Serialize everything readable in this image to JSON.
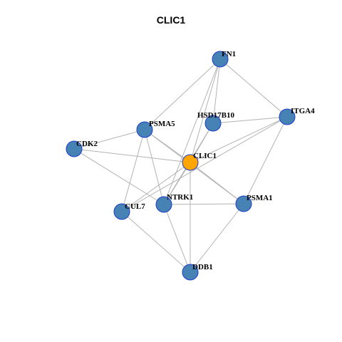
{
  "title": "CLIC1",
  "colors": {
    "node": "#4682b4",
    "center": "#ffa500",
    "border": "#1e3ccd",
    "edge": "#b3b3b3"
  },
  "nodes": [
    {
      "id": "FN1",
      "label": "FN1",
      "center": false
    },
    {
      "id": "ITGA4",
      "label": "ITGA4",
      "center": false
    },
    {
      "id": "HSD17B10",
      "label": "HSD17B10",
      "center": false
    },
    {
      "id": "PSMA5",
      "label": "PSMA5",
      "center": false
    },
    {
      "id": "CDK2",
      "label": "CDK2",
      "center": false
    },
    {
      "id": "CLIC1",
      "label": "CLIC1",
      "center": true
    },
    {
      "id": "NTRK1",
      "label": "NTRK1",
      "center": false
    },
    {
      "id": "PSMA1",
      "label": "PSMA1",
      "center": false
    },
    {
      "id": "CUL7",
      "label": "CUL7",
      "center": false
    },
    {
      "id": "DDB1",
      "label": "DDB1",
      "center": false
    }
  ],
  "edges": [
    [
      "FN1",
      "HSD17B10"
    ],
    [
      "FN1",
      "ITGA4"
    ],
    [
      "FN1",
      "PSMA5"
    ],
    [
      "FN1",
      "CLIC1"
    ],
    [
      "FN1",
      "NTRK1"
    ],
    [
      "ITGA4",
      "HSD17B10"
    ],
    [
      "ITGA4",
      "CLIC1"
    ],
    [
      "ITGA4",
      "PSMA1"
    ],
    [
      "ITGA4",
      "CUL7"
    ],
    [
      "HSD17B10",
      "CLIC1"
    ],
    [
      "HSD17B10",
      "NTRK1"
    ],
    [
      "PSMA5",
      "CDK2"
    ],
    [
      "PSMA5",
      "CLIC1"
    ],
    [
      "PSMA5",
      "NTRK1"
    ],
    [
      "PSMA5",
      "CUL7"
    ],
    [
      "PSMA5",
      "PSMA1"
    ],
    [
      "CDK2",
      "CLIC1"
    ],
    [
      "CDK2",
      "NTRK1"
    ],
    [
      "CLIC1",
      "NTRK1"
    ],
    [
      "CLIC1",
      "PSMA1"
    ],
    [
      "CLIC1",
      "CUL7"
    ],
    [
      "CLIC1",
      "DDB1"
    ],
    [
      "NTRK1",
      "PSMA1"
    ],
    [
      "NTRK1",
      "DDB1"
    ],
    [
      "PSMA1",
      "DDB1"
    ],
    [
      "CUL7",
      "DDB1"
    ]
  ]
}
